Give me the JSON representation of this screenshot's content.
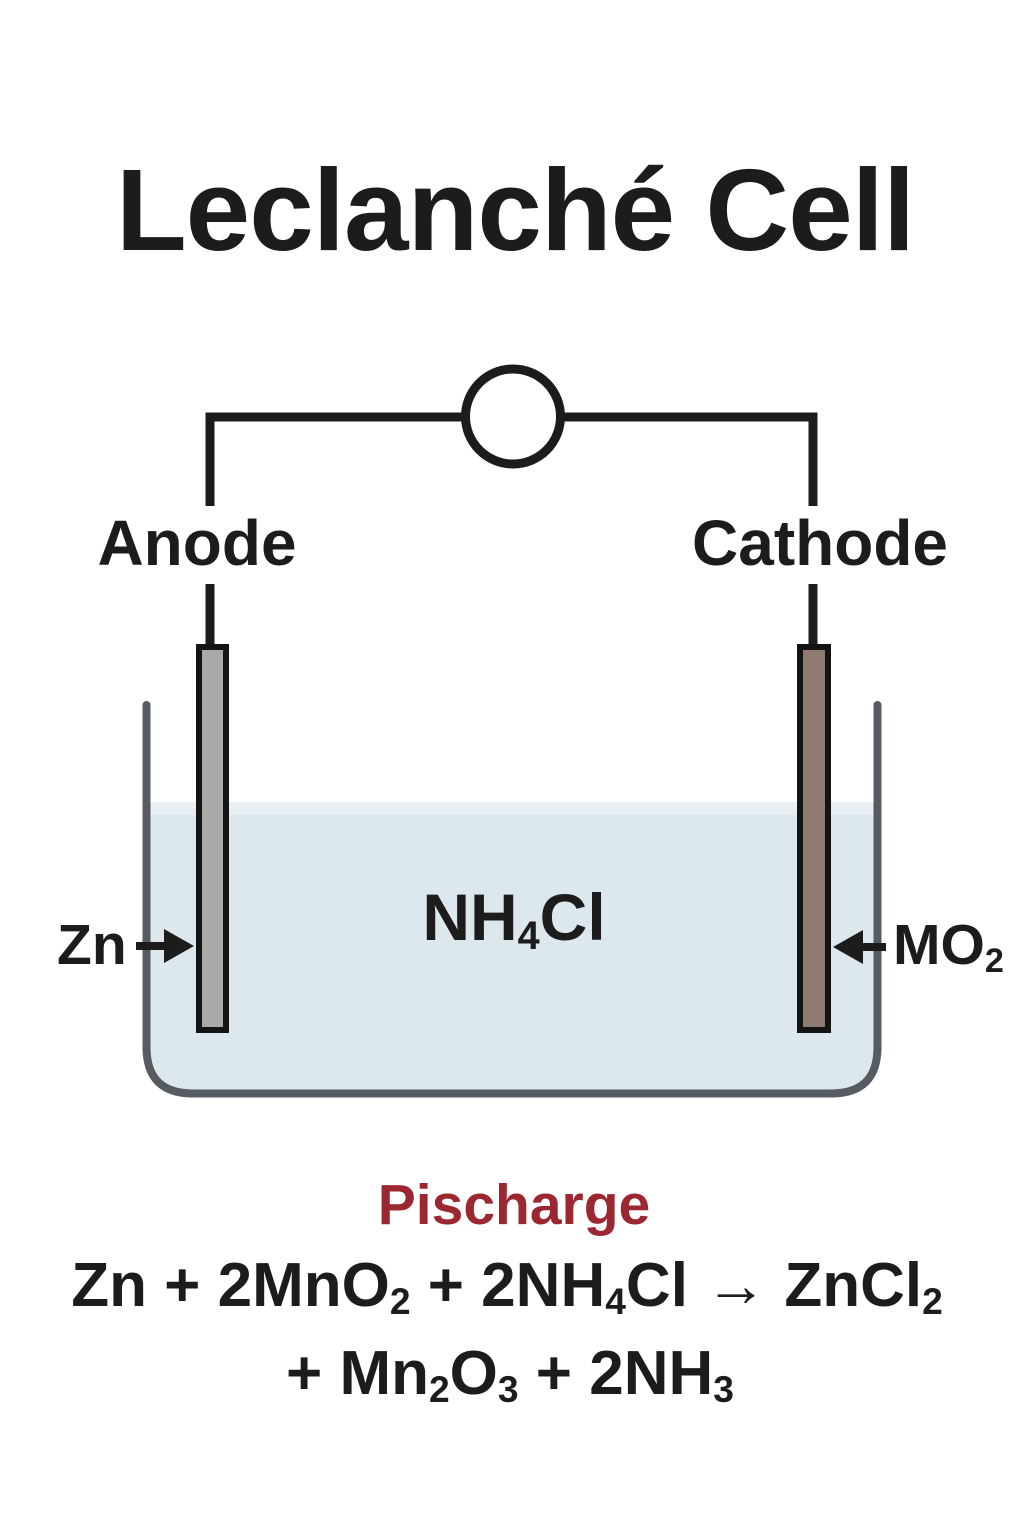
{
  "title": "Leclanché Cell",
  "diagram": {
    "anode_label": "Anode",
    "cathode_label": "Cathode",
    "electrolyte_label": "NH₄Cl",
    "anode_material_label": "Zn",
    "cathode_material_label": "MO₂",
    "colors": {
      "wire": "#1c1c1c",
      "beaker_wall": "#565c61",
      "electrolyte": "#dce8ee",
      "electrolyte_surface": "#e9f0f4",
      "anode_electrode": "#a9a9a9",
      "cathode_electrode": "#8e7a6e",
      "electrode_outline": "#141414"
    }
  },
  "reaction": {
    "heading": "Pischarge",
    "heading_color": "#9b2731",
    "equation_line1": "Zn + 2MnO₂ + 2NH₄Cl → ZnCl₂",
    "equation_line2": "+ Mn₂O₃ + 2NH₃"
  }
}
